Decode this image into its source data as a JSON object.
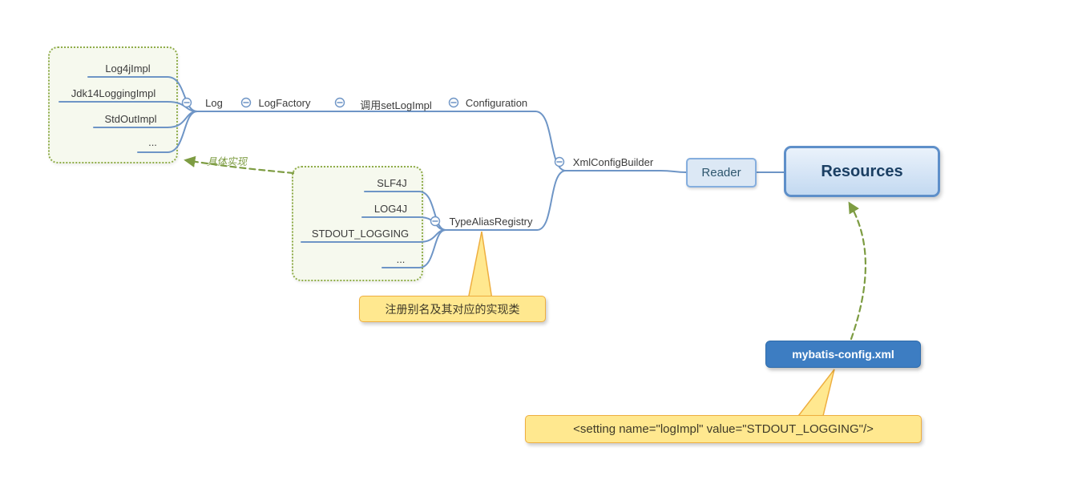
{
  "diagram": {
    "nodes": {
      "resources": "Resources",
      "reader": "Reader",
      "xml_config_builder": "XmlConfigBuilder",
      "configuration": "Configuration",
      "set_log_impl": "调用setLogImpl",
      "log_factory": "LogFactory",
      "log": "Log",
      "type_alias_registry": "TypeAliasRegistry",
      "mybatis_config": "mybatis-config.xml"
    },
    "log_implementations": [
      "Log4jImpl",
      "Jdk14LoggingImpl",
      "StdOutImpl",
      "..."
    ],
    "alias_entries": [
      "SLF4J",
      "LOG4J",
      "STDOUT_LOGGING",
      "..."
    ],
    "callouts": {
      "alias_note": "注册别名及其对应的实现类",
      "setting_note": "<setting name=\"logImpl\" value=\"STDOUT_LOGGING\"/>"
    },
    "labels": {
      "concrete_impl": "具体实现"
    },
    "colors": {
      "line_blue": "#6e95c6",
      "boundary_green": "#8fac4a",
      "arrow_green": "#7d9c42",
      "callout_fill": "#ffe88f",
      "callout_border": "#eeae3f",
      "config_box_fill": "#3d7dc2",
      "root_border": "#5e8fc9"
    }
  }
}
